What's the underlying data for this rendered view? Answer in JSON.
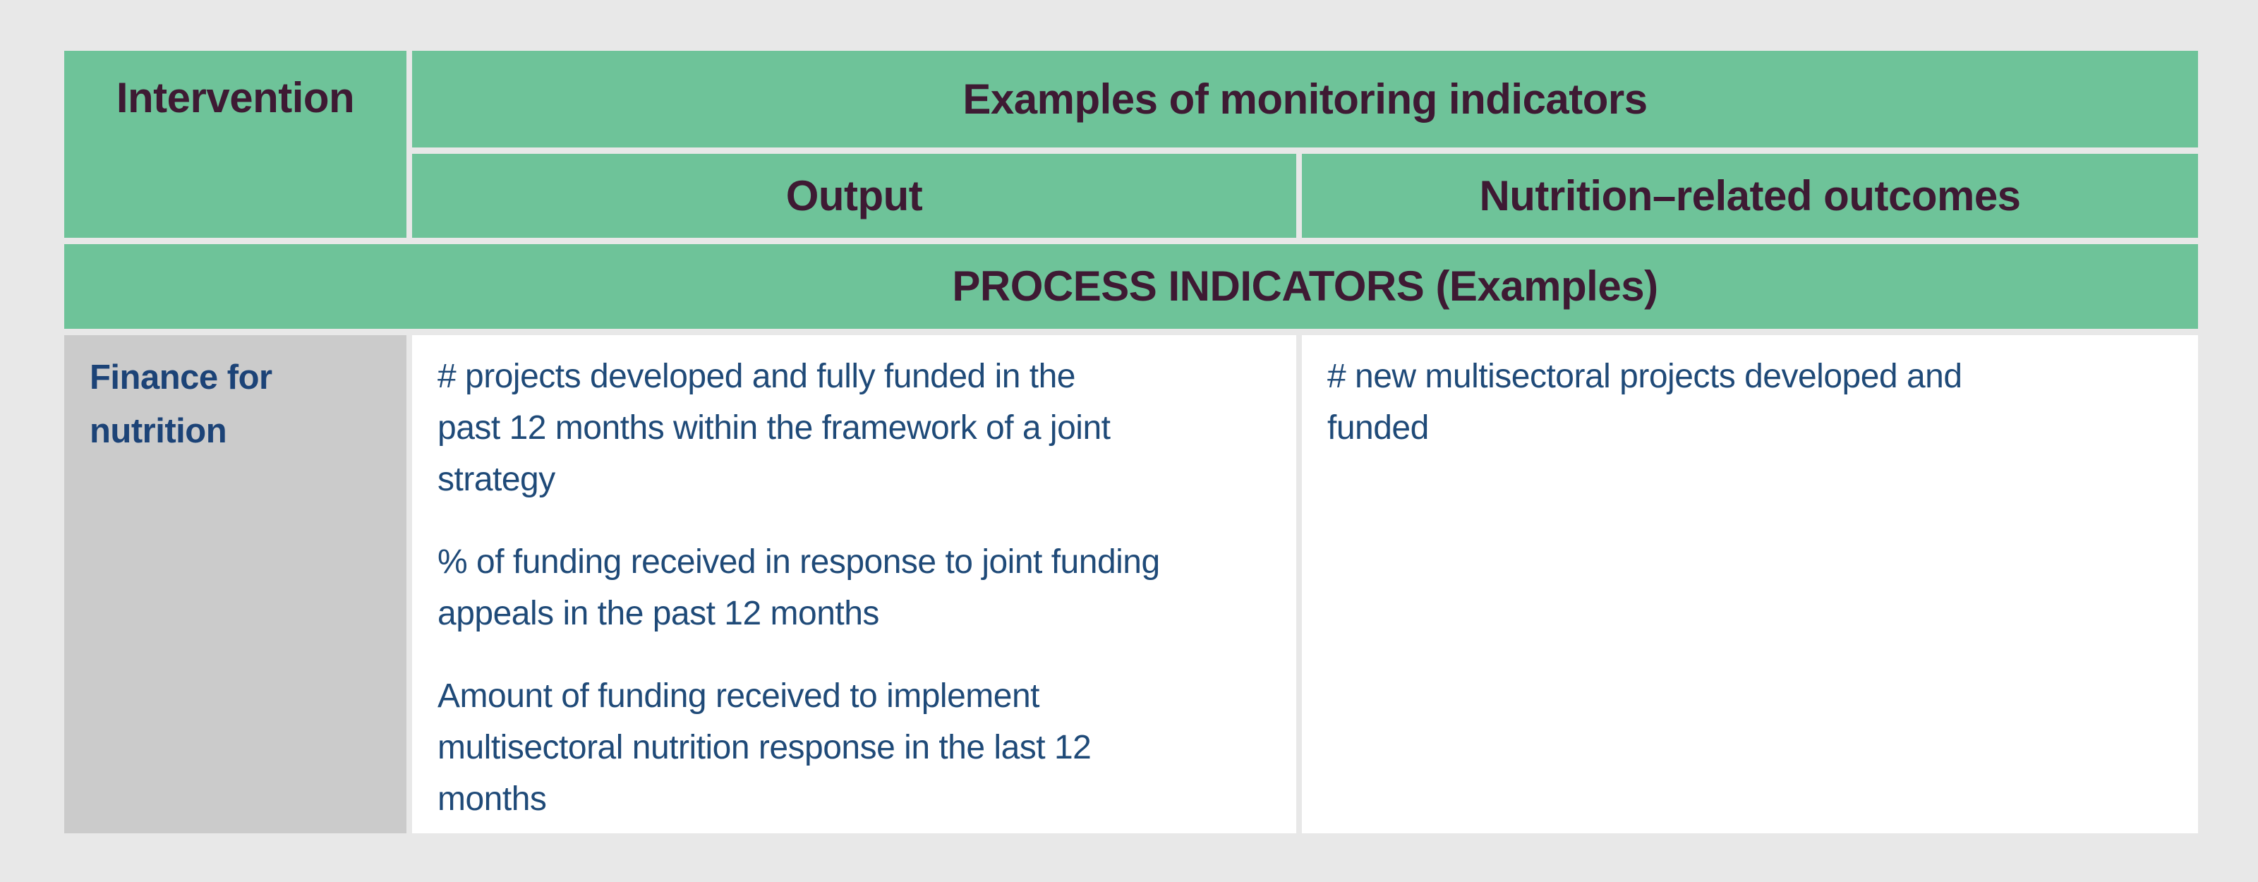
{
  "colors": {
    "page_background": "#e8e8e8",
    "header_cell_green": "#6ec399",
    "header_text_plum": "#3e1a33",
    "row_label_cell_gray": "#cbcbcb",
    "body_cell_white": "#ffffff",
    "body_text_navy": "#1f4a78",
    "row_label_text_navy": "#1c4377"
  },
  "table": {
    "header": {
      "intervention": "Intervention",
      "examples": "Examples of monitoring indicators",
      "output": "Output",
      "outcomes": "Nutrition–related outcomes"
    },
    "banner": "PROCESS INDICATORS (Examples)",
    "row": {
      "label": "Finance for\nnutrition",
      "output_indicators": [
        "# projects developed and fully funded in the\npast 12 months within the framework of a joint\nstrategy",
        "% of funding received in response to joint funding\nappeals in the past 12 months",
        "Amount of funding received to implement\nmultisectoral nutrition response in the last 12\nmonths"
      ],
      "outcome_indicators": [
        "# new multisectoral projects developed and\nfunded"
      ]
    }
  }
}
